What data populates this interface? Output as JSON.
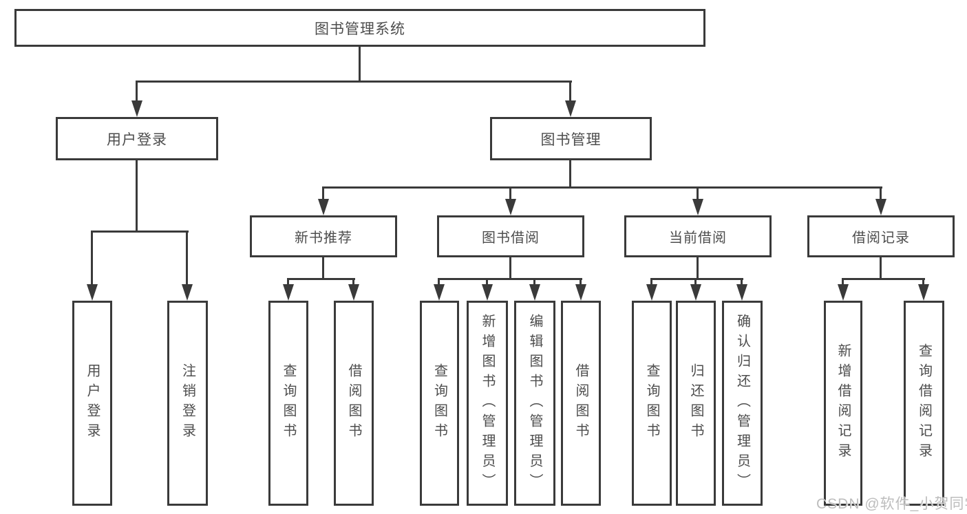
{
  "diagram": {
    "root": {
      "label": "图书管理系统"
    },
    "level2": [
      {
        "label": "用户登录"
      },
      {
        "label": "图书管理"
      }
    ],
    "level3": [
      {
        "label": "新书推荐",
        "parent": "图书管理"
      },
      {
        "label": "图书借阅",
        "parent": "图书管理"
      },
      {
        "label": "当前借阅",
        "parent": "图书管理"
      },
      {
        "label": "借阅记录",
        "parent": "图书管理"
      }
    ],
    "leaves": [
      {
        "label": "用户登录",
        "parent": "用户登录"
      },
      {
        "label": "注销登录",
        "parent": "用户登录"
      },
      {
        "label": "查询图书",
        "parent": "新书推荐"
      },
      {
        "label": "借阅图书",
        "parent": "新书推荐"
      },
      {
        "label": "查询图书",
        "parent": "图书借阅"
      },
      {
        "label": "新增图书（管理员）",
        "parent": "图书借阅"
      },
      {
        "label": "编辑图书（管理员）",
        "parent": "图书借阅"
      },
      {
        "label": "借阅图书",
        "parent": "图书借阅"
      },
      {
        "label": "查询图书",
        "parent": "当前借阅"
      },
      {
        "label": "归还图书",
        "parent": "当前借阅"
      },
      {
        "label": "确认归还（管理员）",
        "parent": "当前借阅"
      },
      {
        "label": "新增借阅记录",
        "parent": "借阅记录"
      },
      {
        "label": "查询借阅记录",
        "parent": "借阅记录"
      }
    ],
    "watermark": "CSDN @软件_小贺同学",
    "colors": {
      "line": "#3a3a3a",
      "text": "#4d4d4d",
      "watermark": "#bdbdbd",
      "background": "#ffffff"
    }
  }
}
